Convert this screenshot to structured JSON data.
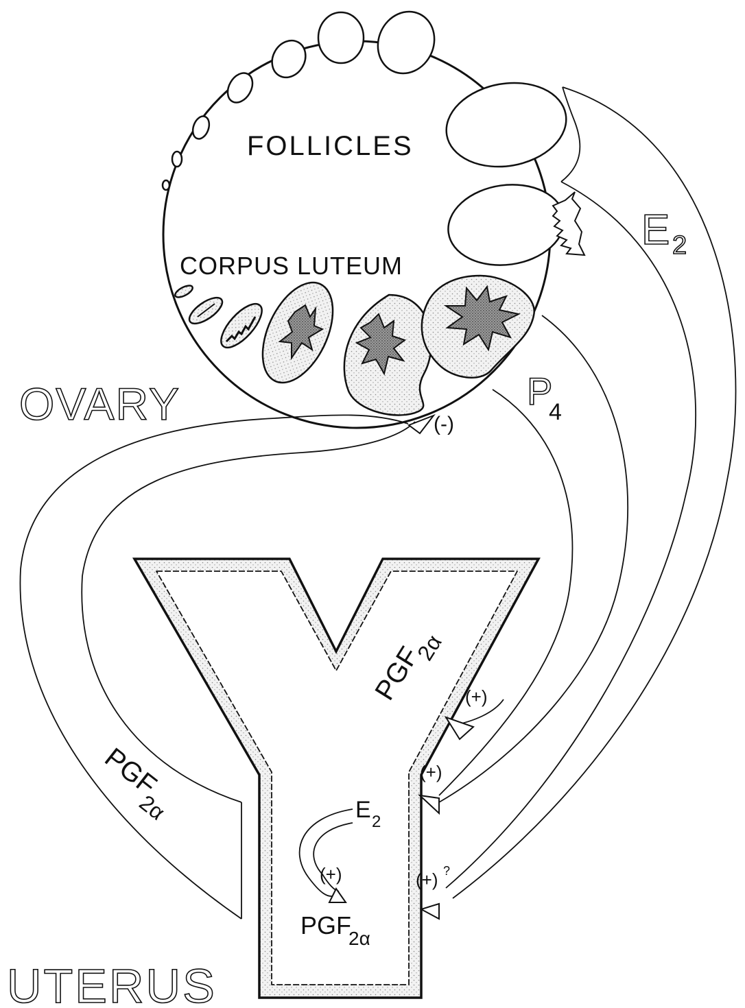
{
  "diagram": {
    "organ_labels": {
      "ovary": "OVARY",
      "uterus": "UTERUS",
      "follicles": "FOLLICLES",
      "corpus_luteum": "CORPUS LUTEUM"
    },
    "hormones": {
      "e2_ovary": {
        "base": "E",
        "sub": "2"
      },
      "p4": {
        "base": "P",
        "sub": "4"
      },
      "pgf_left": {
        "base": "PGF",
        "sub": "2α"
      },
      "pgf_uterus_arm": {
        "base": "PGF",
        "sub": "2α"
      },
      "e2_local": {
        "base": "E",
        "sub": "2"
      },
      "pgf_local": {
        "base": "PGF",
        "sub": "2α"
      }
    },
    "effects": {
      "inhibit_ovary": "(-)",
      "stim_p4": "(+)",
      "stim_e2": "(+)",
      "stim_e2_uncertain": "(+)",
      "stim_e2_uncertain_mark": "?",
      "stim_local": "(+)"
    },
    "colors": {
      "line": "#111111",
      "stipple": "#9a9a9a",
      "luteal_core": "#6a6a6a"
    }
  }
}
